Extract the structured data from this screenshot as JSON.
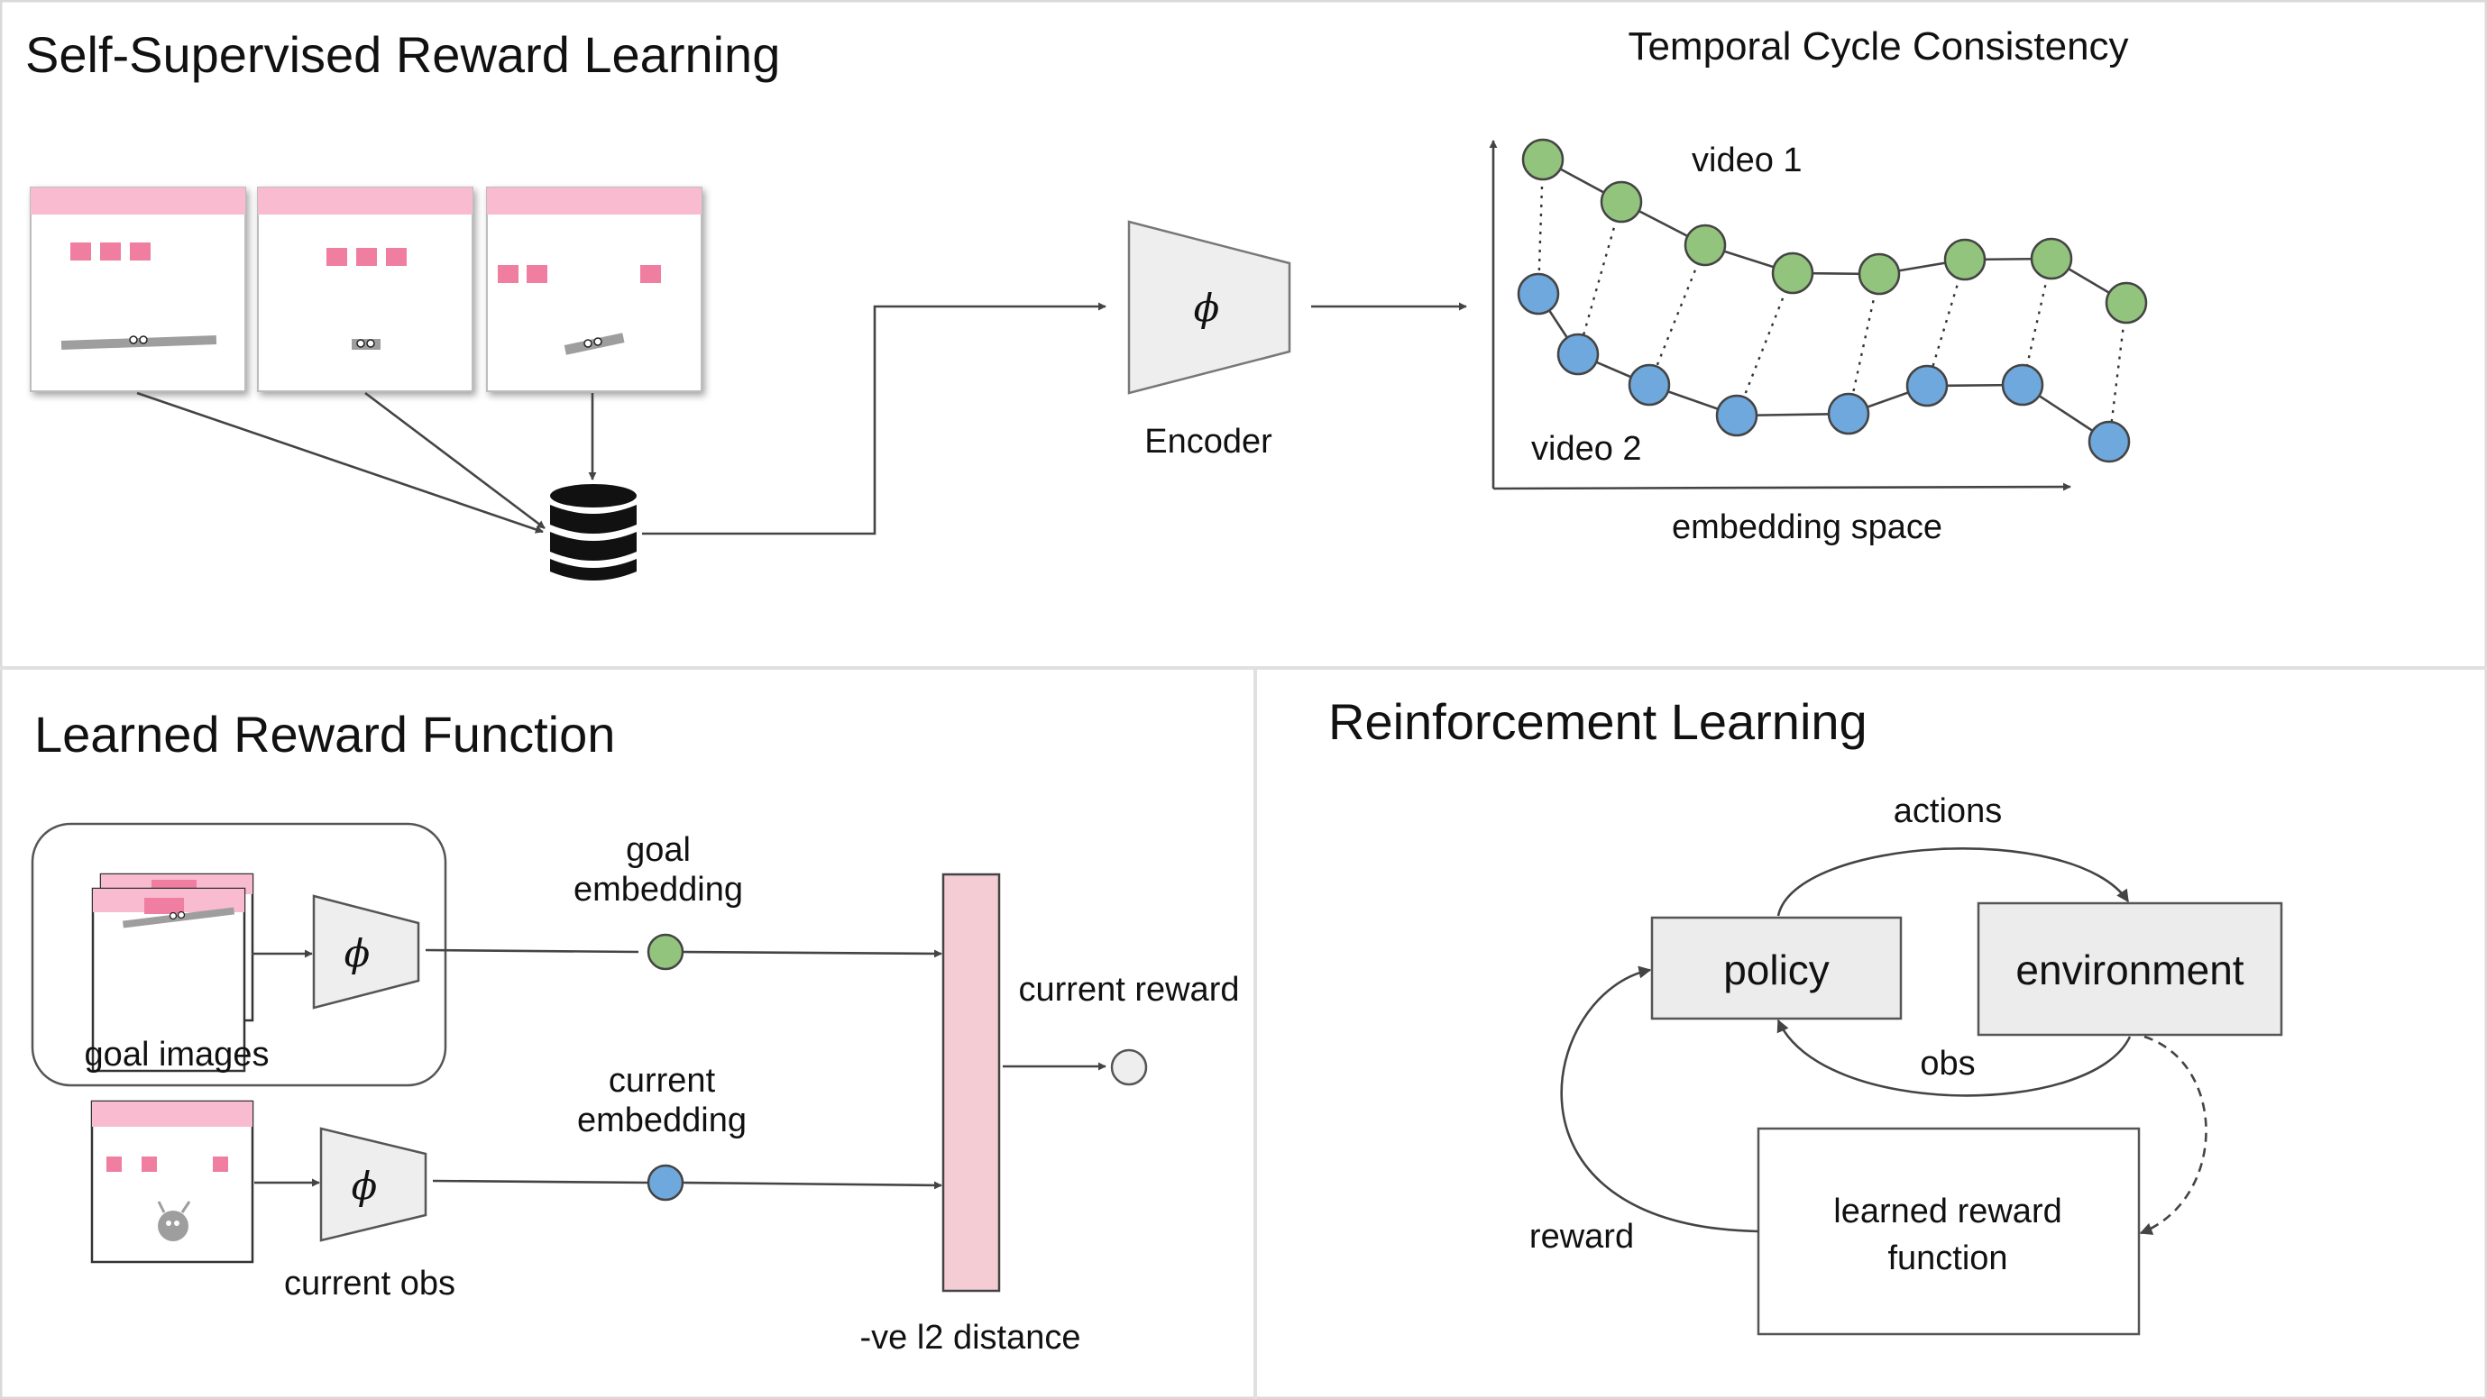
{
  "panels": {
    "ssrl": {
      "title": "Self-Supervised Reward Learning"
    },
    "lrf": {
      "title": "Learned Reward Function"
    },
    "rl": {
      "title": "Reinforcement Learning"
    }
  },
  "encoder": {
    "symbol": "ϕ",
    "label": "Encoder"
  },
  "tcc": {
    "title": "Temporal Cycle Consistency",
    "series_1": "video 1",
    "series_2": "video 2",
    "axis_label": "embedding space"
  },
  "reward_fn": {
    "goal_images_label": "goal images",
    "current_obs_label": "current obs",
    "goal_embedding_label": [
      "goal",
      "embedding"
    ],
    "current_embedding_label": [
      "current",
      "embedding"
    ],
    "distance_label": "-ve l2 distance",
    "output_label": "current reward",
    "encoder_symbol": "ϕ"
  },
  "rl_loop": {
    "policy": "policy",
    "environment": "environment",
    "reward_function": [
      "learned reward",
      "function"
    ],
    "actions": "actions",
    "obs": "obs",
    "reward": "reward"
  },
  "colors": {
    "green_node": "#93c47d",
    "blue_node": "#6fa8dc",
    "pink_bar": "#f4ccd3",
    "pink_header": "#f8bbd0",
    "pink_block": "#ef7ea1",
    "box_gray": "#ececec",
    "encoder_gray": "#eeeeee"
  }
}
